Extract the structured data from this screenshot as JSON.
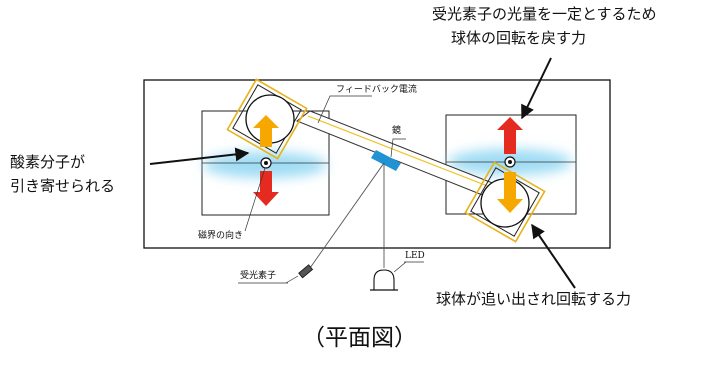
{
  "labels": {
    "top_line1": "受光素子の光量を一定とするため",
    "top_line2": "球体の回転を戻す力",
    "left_line1": "酸素分子が",
    "left_line2": "引き寄せられる",
    "feedback": "フィードバック電流",
    "mirror": "鏡",
    "magnetic": "磁界の向き",
    "receiver": "受光素子",
    "led": "LED",
    "bottom_right": "球体が追い出され回転する力",
    "caption": "（平面図）"
  },
  "colors": {
    "up_arrow_left": "#f7a800",
    "down_arrow_left": "#e52b1f",
    "up_arrow_right": "#e52b1f",
    "down_arrow_right": "#f7a800",
    "frame": "#e7b21a",
    "glow": "#9fdcf4",
    "mirror": "#1f93d3"
  }
}
